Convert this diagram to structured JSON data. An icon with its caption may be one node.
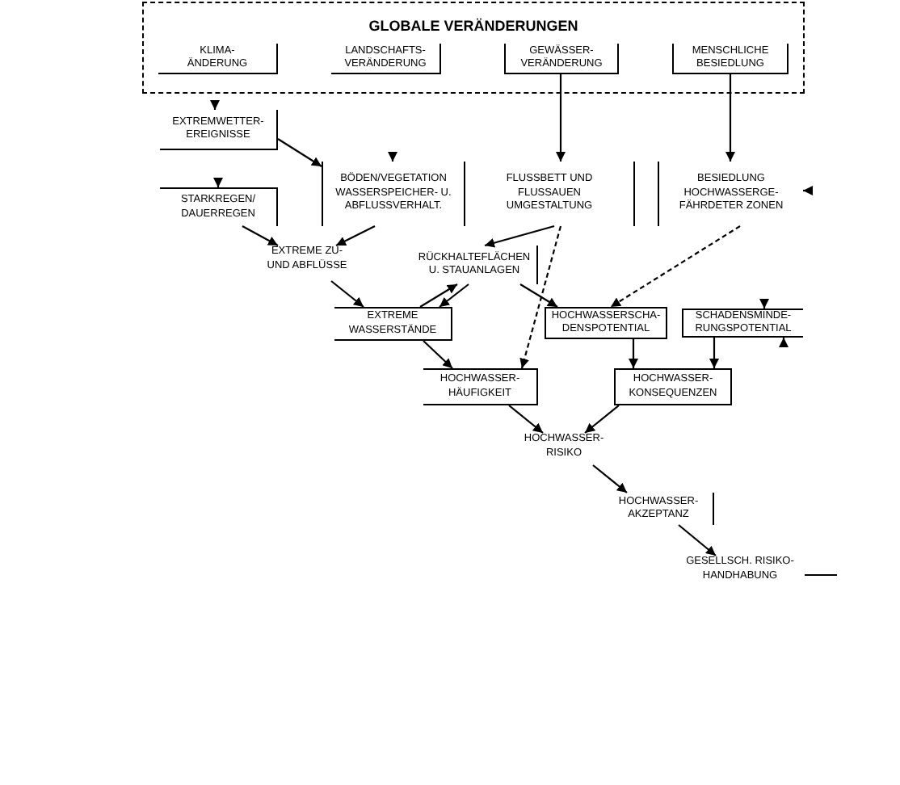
{
  "diagram": {
    "nodes": [
      {
        "text": [
          "GLOBALE VERÄNDERUNGEN"
        ]
      },
      {
        "text": [
          "KLIMA- ÄNDERUNG"
        ],
        "in": 0
      },
      {
        "text": [
          "LANDSCHAFTS- VERÄNDERUNG"
        ],
        "in": 0
      },
      {
        "text": [
          "GEWÄSSER- VERÄNDERUNG"
        ],
        "in": 0
      },
      {
        "text": [
          "MENSCHLICHE BESIEDLUNG"
        ],
        "in": 0
      },
      {
        "text": [
          "EXTREMWETTER- EREIGNISSE"
        ]
      },
      {
        "text": [
          "STARKREGEN/ DAUERREGEN"
        ]
      },
      {
        "text": [
          "BÖDEN/VEGETATION WASSERSPEICHER- U. ABFLUSSVERHALT."
        ]
      },
      {
        "text": [
          "FLUSSBETT UND FLUSSAUEN UMGESTALTUNG"
        ]
      },
      {
        "text": [
          "BESIEDLUNG HOCHWASSERGE- FÄHRDETER ZONEN"
        ]
      },
      {
        "text": [
          "EXTREME ZU- UND ABFLÜSSE"
        ]
      },
      {
        "text": [
          "RÜCKHALTEFLÄCHEN U. STAUANLAGEN"
        ]
      },
      {
        "text": [
          "EXTREME WASSERSTÄNDE"
        ]
      },
      {
        "text": [
          "HOCHWASSERSCHA- DENSPOTENTIAL"
        ]
      },
      {
        "text": [
          "SCHADENSMINDE- RUNGSPOTENTIAL"
        ]
      },
      {
        "text": [
          "HOCHWASSER- HÄUFIGKEIT"
        ]
      },
      {
        "text": [
          "HOCHWASSER- KONSEQUENZEN"
        ]
      },
      {
        "text": [
          "HOCHWASSER- RISIKO"
        ]
      },
      {
        "text": [
          "HOCHWASSER- AKZEPTANZ"
        ]
      },
      {
        "text": [
          "GESELLSCH. RISIKO- HANDHABUNG"
        ]
      }
    ],
    "edges": [
      {
        "from": 3,
        "to": 8,
        "arrow": "to"
      },
      {
        "from": 4,
        "to": 9,
        "arrow": "to"
      },
      {
        "from": null,
        "to": 5,
        "arrow": "to"
      },
      {
        "from": 5,
        "to": 7,
        "arrow": "to"
      },
      {
        "from": null,
        "to": 6,
        "arrow": "to"
      },
      {
        "from": null,
        "to": 7,
        "arrow": "to"
      },
      {
        "from": null,
        "to": 9,
        "arrow": "to"
      },
      {
        "from": 6,
        "to": 10,
        "arrow": "to"
      },
      {
        "from": 7,
        "to": 10,
        "arrow": "to"
      },
      {
        "from": 8,
        "to": 11,
        "arrow": "to"
      },
      {
        "from": 8,
        "to": 15,
        "arrow": "to",
        "style": "dashed"
      },
      {
        "from": 10,
        "to": 12,
        "arrow": "to"
      },
      {
        "from": 12,
        "to": 11,
        "arrow": "to"
      },
      {
        "from": 11,
        "to": 12,
        "arrow": "to"
      },
      {
        "from": 11,
        "to": 13,
        "arrow": "to"
      },
      {
        "from": 9,
        "to": 13,
        "arrow": "to",
        "style": "dashed"
      },
      {
        "from": null,
        "to": 14,
        "arrow": "to"
      },
      {
        "from": null,
        "to": 14,
        "arrow": "to"
      },
      {
        "from": 12,
        "to": 15,
        "arrow": "to"
      },
      {
        "from": 13,
        "to": 16,
        "arrow": "to"
      },
      {
        "from": 14,
        "to": 16,
        "arrow": "to"
      },
      {
        "from": 15,
        "to": 17,
        "arrow": "to"
      },
      {
        "from": 16,
        "to": 17,
        "arrow": "to"
      },
      {
        "from": 17,
        "to": 18,
        "arrow": "to"
      },
      {
        "from": 18,
        "to": 19,
        "arrow": "to"
      }
    ]
  }
}
